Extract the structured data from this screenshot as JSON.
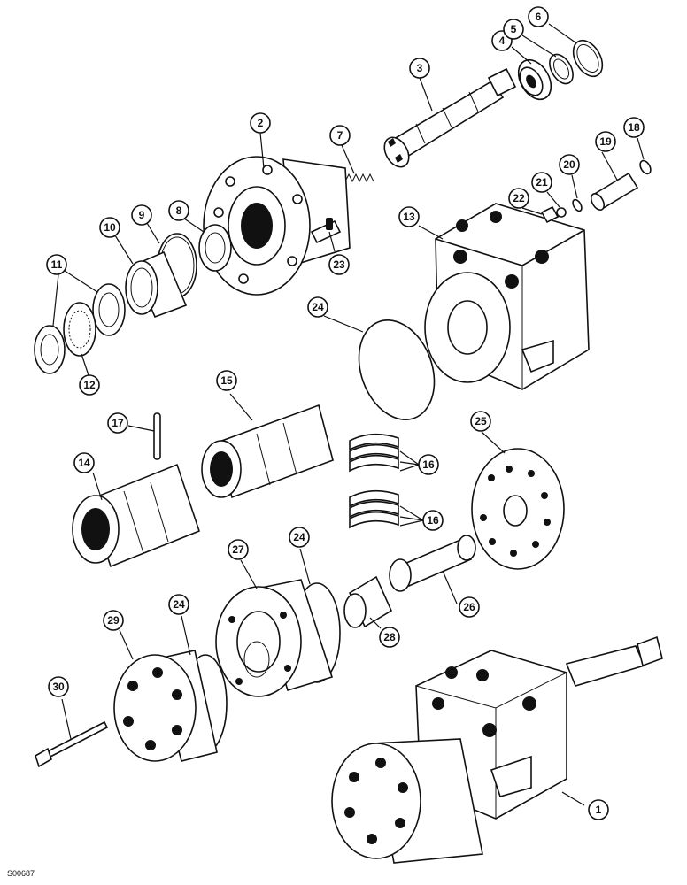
{
  "figure_id": "S00687",
  "callouts": [
    {
      "id": "c1",
      "label": "1"
    },
    {
      "id": "c2",
      "label": "2"
    },
    {
      "id": "c3",
      "label": "3"
    },
    {
      "id": "c4",
      "label": "4"
    },
    {
      "id": "c5",
      "label": "5"
    },
    {
      "id": "c6",
      "label": "6"
    },
    {
      "id": "c7",
      "label": "7"
    },
    {
      "id": "c8",
      "label": "8"
    },
    {
      "id": "c9",
      "label": "9"
    },
    {
      "id": "c10",
      "label": "10"
    },
    {
      "id": "c11",
      "label": "11"
    },
    {
      "id": "c12",
      "label": "12"
    },
    {
      "id": "c13",
      "label": "13"
    },
    {
      "id": "c14",
      "label": "14"
    },
    {
      "id": "c15",
      "label": "15"
    },
    {
      "id": "c16a",
      "label": "16"
    },
    {
      "id": "c16b",
      "label": "16"
    },
    {
      "id": "c17",
      "label": "17"
    },
    {
      "id": "c18",
      "label": "18"
    },
    {
      "id": "c19",
      "label": "19"
    },
    {
      "id": "c20",
      "label": "20"
    },
    {
      "id": "c21",
      "label": "21"
    },
    {
      "id": "c22",
      "label": "22"
    },
    {
      "id": "c23",
      "label": "23"
    },
    {
      "id": "c24a",
      "label": "24"
    },
    {
      "id": "c24b",
      "label": "24"
    },
    {
      "id": "c24c",
      "label": "24"
    },
    {
      "id": "c25",
      "label": "25"
    },
    {
      "id": "c26",
      "label": "26"
    },
    {
      "id": "c27",
      "label": "27"
    },
    {
      "id": "c28",
      "label": "28"
    },
    {
      "id": "c29",
      "label": "29"
    },
    {
      "id": "c30",
      "label": "30"
    }
  ]
}
